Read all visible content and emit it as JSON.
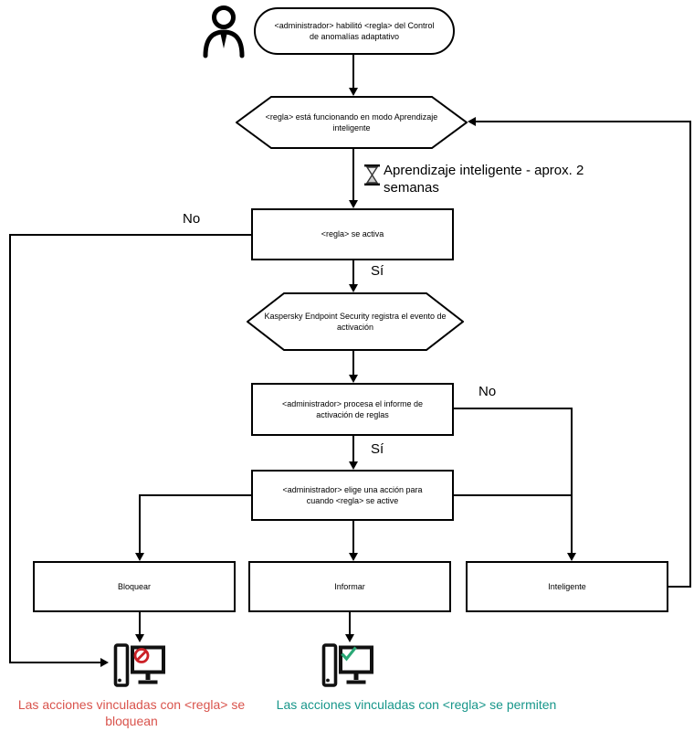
{
  "nodes": {
    "start": "<administrador> habilitó <regla> del Control de anomalías adaptativo",
    "learning_mode": "<regla> está funcionando en modo Aprendizaje inteligente",
    "rule_activates": "<regla> se activa",
    "register_event": "Kaspersky Endpoint Security registra el evento de activación",
    "process_report": "<administrador> procesa el informe de activación de reglas",
    "choose_action": "<administrador> elige una acción para cuando <regla> se active",
    "action_block": "Bloquear",
    "action_inform": "Informar",
    "action_smart": "Inteligente"
  },
  "labels": {
    "no_rule_not_triggered": "No",
    "yes_rule_triggered": "Sí",
    "no_report_not_processed": "No",
    "yes_report_processed": "Sí",
    "learning_note": "Aprendizaje inteligente - aprox. 2 semanas"
  },
  "outcomes": {
    "blocked": "Las acciones vinculadas con <regla> se bloquean",
    "allowed": "Las acciones vinculadas con <regla> se permiten"
  },
  "icons": {
    "person": "person-icon",
    "hourglass": "hourglass-icon",
    "computer_blocked": "computer-blocked-icon",
    "computer_allowed": "computer-allowed-icon"
  },
  "colors": {
    "line": "#000000",
    "blocked_text": "#d9534c",
    "allowed_text": "#17968a",
    "prohibit": "#cb2026",
    "check": "#2aa876"
  }
}
